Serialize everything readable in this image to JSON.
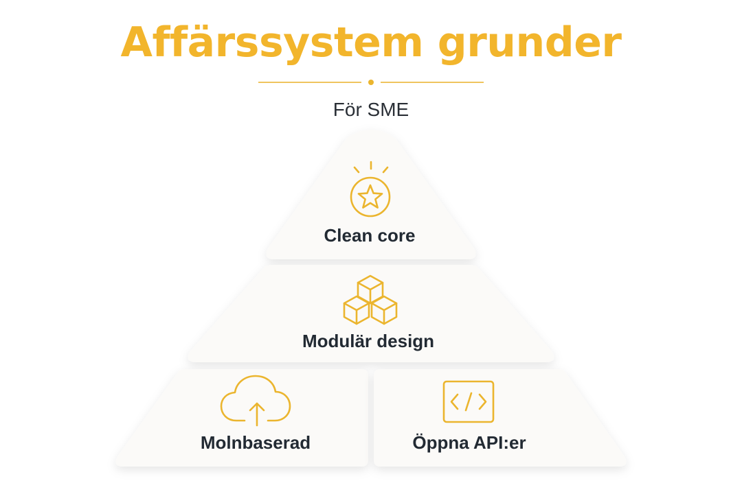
{
  "title": "Affärssystem grunder",
  "subtitle": "För SME",
  "accent_color": "#F2B52C",
  "tiers": [
    {
      "label": "Clean core",
      "icon": "star-badge-icon"
    },
    {
      "label": "Modulär design",
      "icon": "cubes-icon"
    },
    {
      "label": "Molnbaserad",
      "icon": "cloud-upload-icon"
    },
    {
      "label": "Öppna API:er",
      "icon": "code-icon"
    }
  ]
}
